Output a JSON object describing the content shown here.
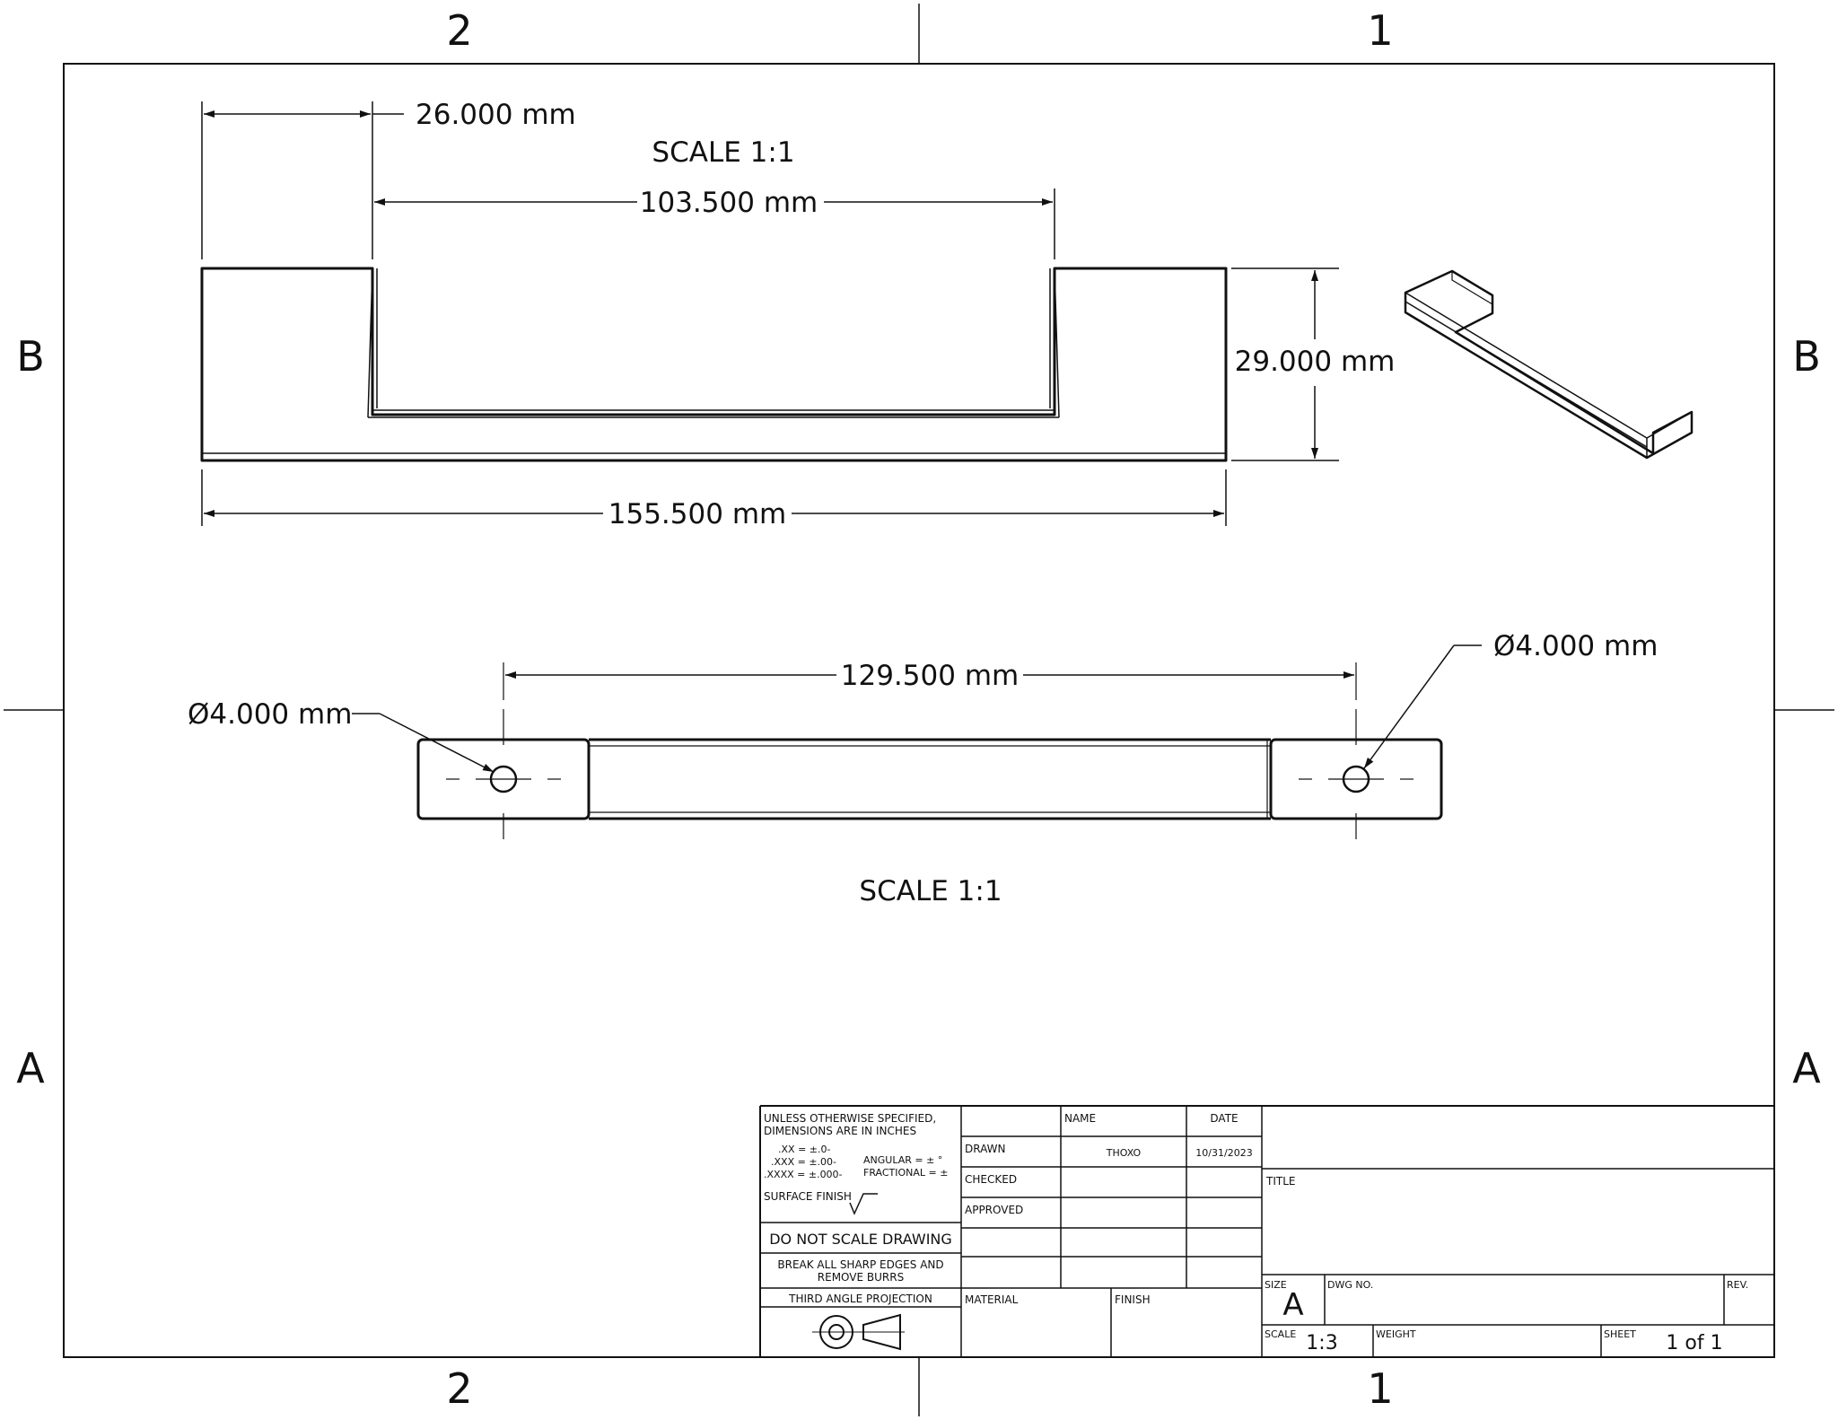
{
  "zones": {
    "top_left": "2",
    "top_right": "1",
    "bottom_left": "2",
    "bottom_right": "1",
    "left_top": "B",
    "left_bottom": "A",
    "right_top": "B",
    "right_bottom": "A"
  },
  "views": {
    "front": {
      "scale_label": "SCALE 1:1",
      "dim_leg": "26.000 mm",
      "dim_inner": "103.500 mm",
      "dim_height": "29.000 mm",
      "dim_overall": "155.500 mm"
    },
    "top": {
      "scale_label": "SCALE 1:1",
      "dim_hole_spacing": "129.500 mm",
      "dim_hole_left": "Ø4.000 mm",
      "dim_hole_right": "Ø4.000 mm"
    }
  },
  "title_block": {
    "tolerance_heading_1": "UNLESS OTHERWISE SPECIFIED,",
    "tolerance_heading_2": "DIMENSIONS ARE IN INCHES",
    "tol_xx": ".XX = ±.0-",
    "tol_xxx": ".XXX = ±.00-",
    "tol_xxxx": ".XXXX = ±.000-",
    "tol_angular": "ANGULAR = ± °",
    "tol_fractional": "FRACTIONAL = ±",
    "surface_finish": "SURFACE FINISH",
    "do_not_scale": "DO NOT SCALE DRAWING",
    "break_edges_1": "BREAK ALL SHARP EDGES AND",
    "break_edges_2": "REMOVE BURRS",
    "projection": "THIRD ANGLE PROJECTION",
    "col_name": "NAME",
    "col_date": "DATE",
    "drawn": "DRAWN",
    "drawn_name": "THOXO",
    "drawn_date": "10/31/2023",
    "checked": "CHECKED",
    "approved": "APPROVED",
    "material": "MATERIAL",
    "finish": "FINISH",
    "title": "TITLE",
    "size": "SIZE",
    "size_value": "A",
    "dwg_no": "DWG NO.",
    "rev": "REV.",
    "scale": "SCALE",
    "scale_value": "1:3",
    "weight": "WEIGHT",
    "sheet": "SHEET",
    "sheet_value": "1 of 1"
  }
}
